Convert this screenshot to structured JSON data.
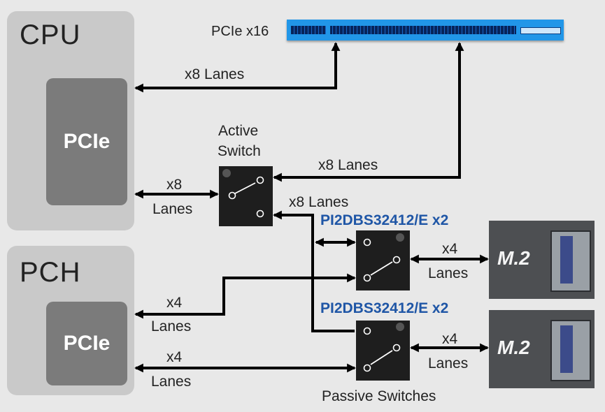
{
  "cpu": {
    "title": "CPU",
    "pcie_label": "PCIe"
  },
  "pch": {
    "title": "PCH",
    "pcie_label": "PCIe"
  },
  "slot": {
    "label": "PCIe x16"
  },
  "active_switch": {
    "label_line1": "Active",
    "label_line2": "Switch"
  },
  "connections": {
    "cpu_to_slot": "x8 Lanes",
    "cpu_to_switch_line1": "x8",
    "cpu_to_switch_line2": "Lanes",
    "switch_to_slot": "x8 Lanes",
    "switch_to_passive": "x8 Lanes",
    "pch_upper_line1": "x4",
    "pch_upper_line2": "Lanes",
    "pch_lower_line1": "x4",
    "pch_lower_line2": "Lanes",
    "m2_upper_line1": "x4",
    "m2_upper_line2": "Lanes",
    "m2_lower_line1": "x4",
    "m2_lower_line2": "Lanes"
  },
  "passive_switches": {
    "part_upper": "PI2DBS32412/E x2",
    "part_lower": "PI2DBS32412/E x2",
    "caption": "Passive Switches"
  },
  "m2_modules": {
    "upper_label": "M.2",
    "lower_label": "M.2"
  },
  "colors": {
    "background": "#e8e8e8",
    "block": "#c9c9c9",
    "pcie": "#7b7b7b",
    "slot": "#2196e8",
    "part": "#1f56a6"
  }
}
